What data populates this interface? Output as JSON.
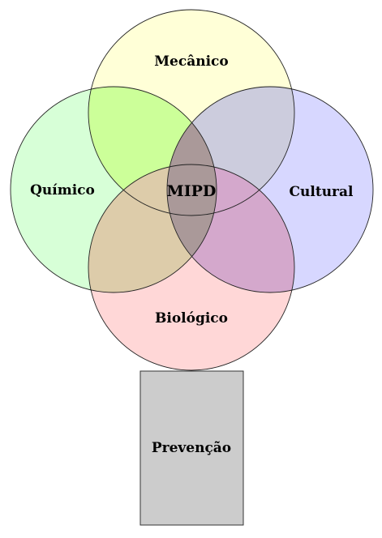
{
  "venn": {
    "center_label": "MIPD",
    "sets": {
      "mecanico": {
        "label": "Mecânico",
        "color": "#ffffcc"
      },
      "quimico": {
        "label": "Químico",
        "color": "#ccffcc"
      },
      "cultural": {
        "label": "Cultural",
        "color": "#ccccff"
      },
      "biologico": {
        "label": "Biológico",
        "color": "#ffcccc"
      }
    },
    "overlaps": {
      "mecanico_quimico": "#ccff99",
      "mecanico_cultural": "#ccccdd",
      "quimico_biologico": "#ddccaa",
      "cultural_biologico": "#d4a8cc",
      "center": "#aa9999"
    }
  },
  "base": {
    "label": "Prevenção",
    "color": "#cccccc"
  }
}
